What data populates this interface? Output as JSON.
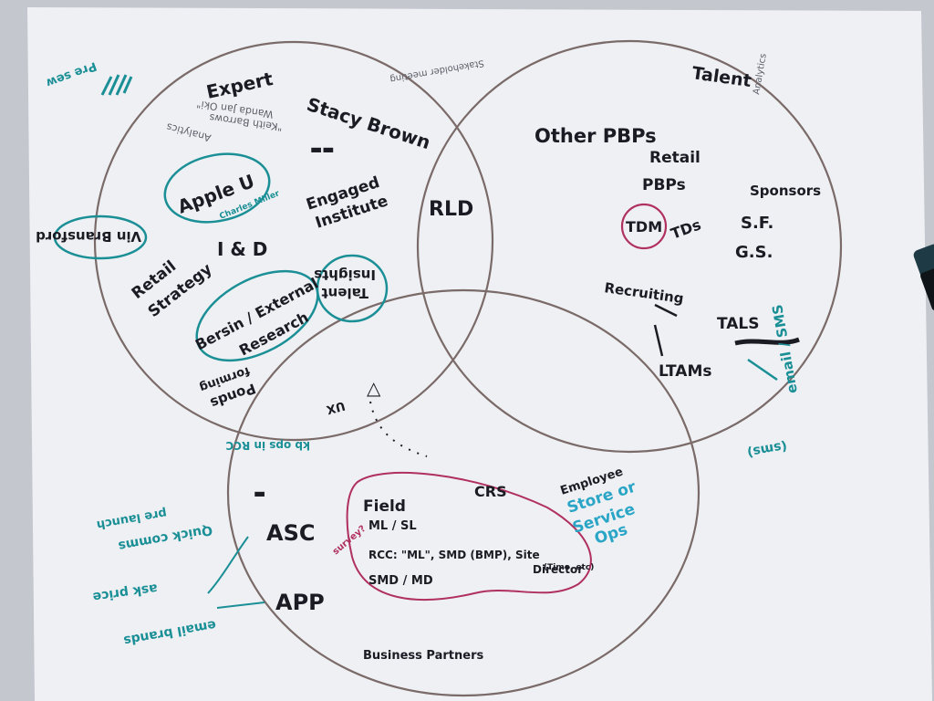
{
  "colors": {
    "paper": "#eef0f4",
    "circle": "#7a6a68",
    "black_marker": "#1b1b24",
    "teal_marker": "#1a8f95",
    "magenta_marker": "#b0305e",
    "blue_marker": "#2aa5c6",
    "pencil": "#5c5f68"
  },
  "circles": {
    "expert": {
      "title": "Expert",
      "items": {
        "person": "Stacy Brown",
        "apple_u": "Apple U",
        "apple_u_note": "Charles Miller",
        "engaged": "Engaged",
        "institute": "Institute",
        "vin": "Vin Bransford",
        "retail": "Retail",
        "strategy": "Strategy",
        "id": "I & D",
        "insights": "Insights",
        "talent": "Talent",
        "bersin": "Bersin / External",
        "research": "Research",
        "ponds": "Ponds",
        "forming": "forming",
        "ux": "UX",
        "analytics": "Analytics",
        "keith": "\"Keith Barrows",
        "wanda": "Wanda Jan Oki\""
      }
    },
    "talent": {
      "title": "Talent",
      "items": {
        "other_pbps": "Other PBPs",
        "retail_pbps_1": "Retail",
        "retail_pbps_2": "PBPs",
        "tdm": "TDM",
        "tds": "TDs",
        "sponsors": "Sponsors",
        "sf": "S.F.",
        "gs": "G.S.",
        "recruiting": "Recruiting",
        "tals": "TALS",
        "ltams": "LTAMs"
      }
    },
    "center": {
      "label": "RLD"
    },
    "field": {
      "field": "Field",
      "ml_sl": "ML / SL",
      "rcc": "RCC: \"ML\", SMD (BMP), Site",
      "director": "Director",
      "timo": "(Timo, etc)",
      "smd_md": "SMD / MD",
      "crs": "CRS",
      "employee": "Employee",
      "store_ops_1": "Store or",
      "store_ops_2": "Service",
      "store_ops_3": "Ops",
      "asc": "ASC",
      "app": "APP",
      "business_partners": "Business Partners",
      "survey": "survey?",
      "kb_rcc": "kb ops in RCC"
    }
  },
  "margin_notes": {
    "pre_sew": "Pre sew",
    "quick_comms": "Quick comms",
    "pre_launch": "pre launch",
    "ask_price": "ask price",
    "email_brands": "email brands",
    "email_sms": "email / SMS",
    "email_sms_2": "(sms)",
    "top_left_note": "Stakeholder meeting",
    "talent_corner": "Analytics"
  }
}
